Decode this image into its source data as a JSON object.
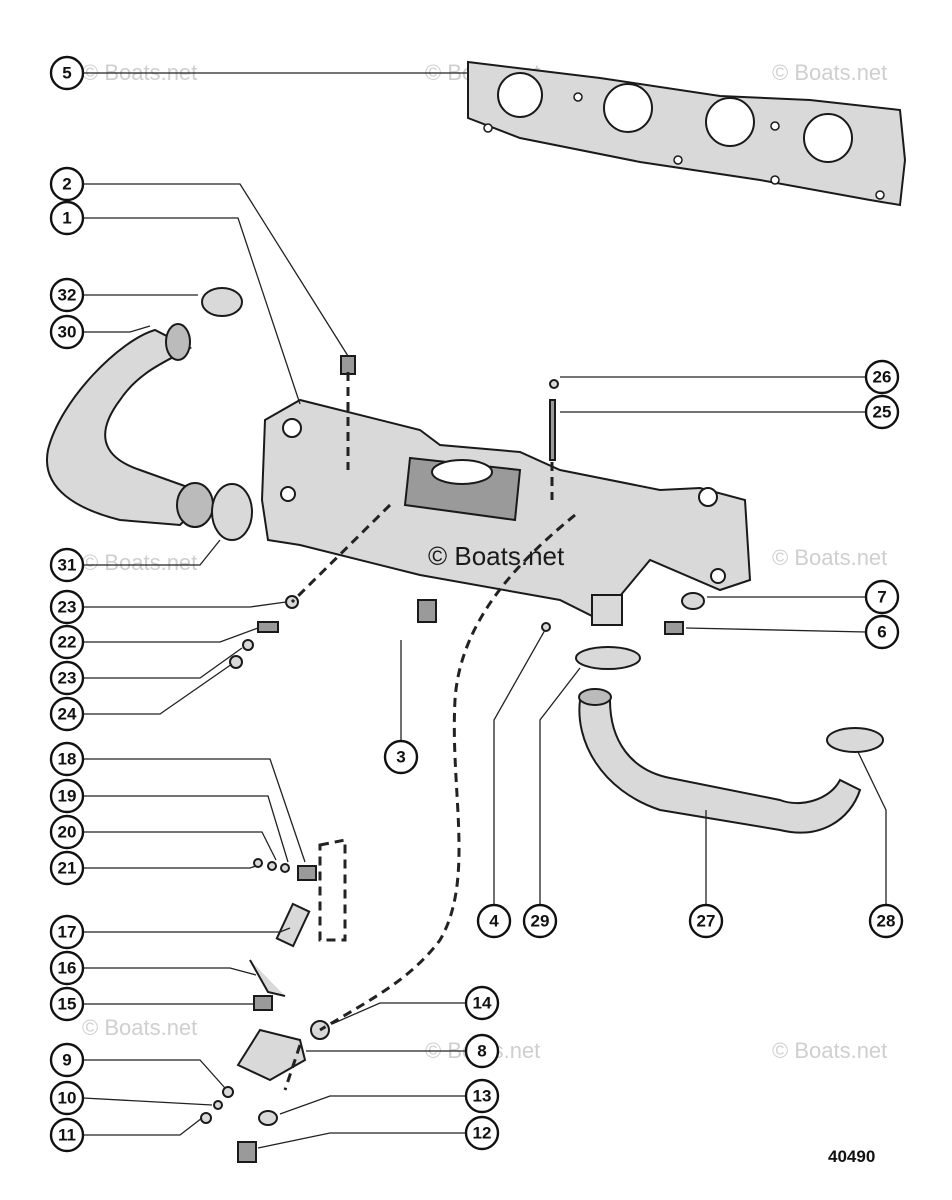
{
  "drawing_number": "40490",
  "watermark_text": "© Boats.net",
  "callouts": {
    "c1": "1",
    "c2": "2",
    "c3": "3",
    "c4": "4",
    "c5": "5",
    "c6": "6",
    "c7": "7",
    "c8": "8",
    "c9": "9",
    "c10": "10",
    "c11": "11",
    "c12": "12",
    "c13": "13",
    "c14": "14",
    "c15": "15",
    "c16": "16",
    "c17": "17",
    "c18": "18",
    "c19": "19",
    "c20": "20",
    "c21": "21",
    "c22": "22",
    "c23a": "23",
    "c23b": "23",
    "c24": "24",
    "c25": "25",
    "c26": "26",
    "c27": "27",
    "c28": "28",
    "c29": "29",
    "c30": "30",
    "c31": "31",
    "c32": "32"
  },
  "colors": {
    "line": "#111111",
    "part_fill": "#d9d9d9",
    "part_shade": "#9a9a9a",
    "watermark": "#cfcfcf"
  }
}
